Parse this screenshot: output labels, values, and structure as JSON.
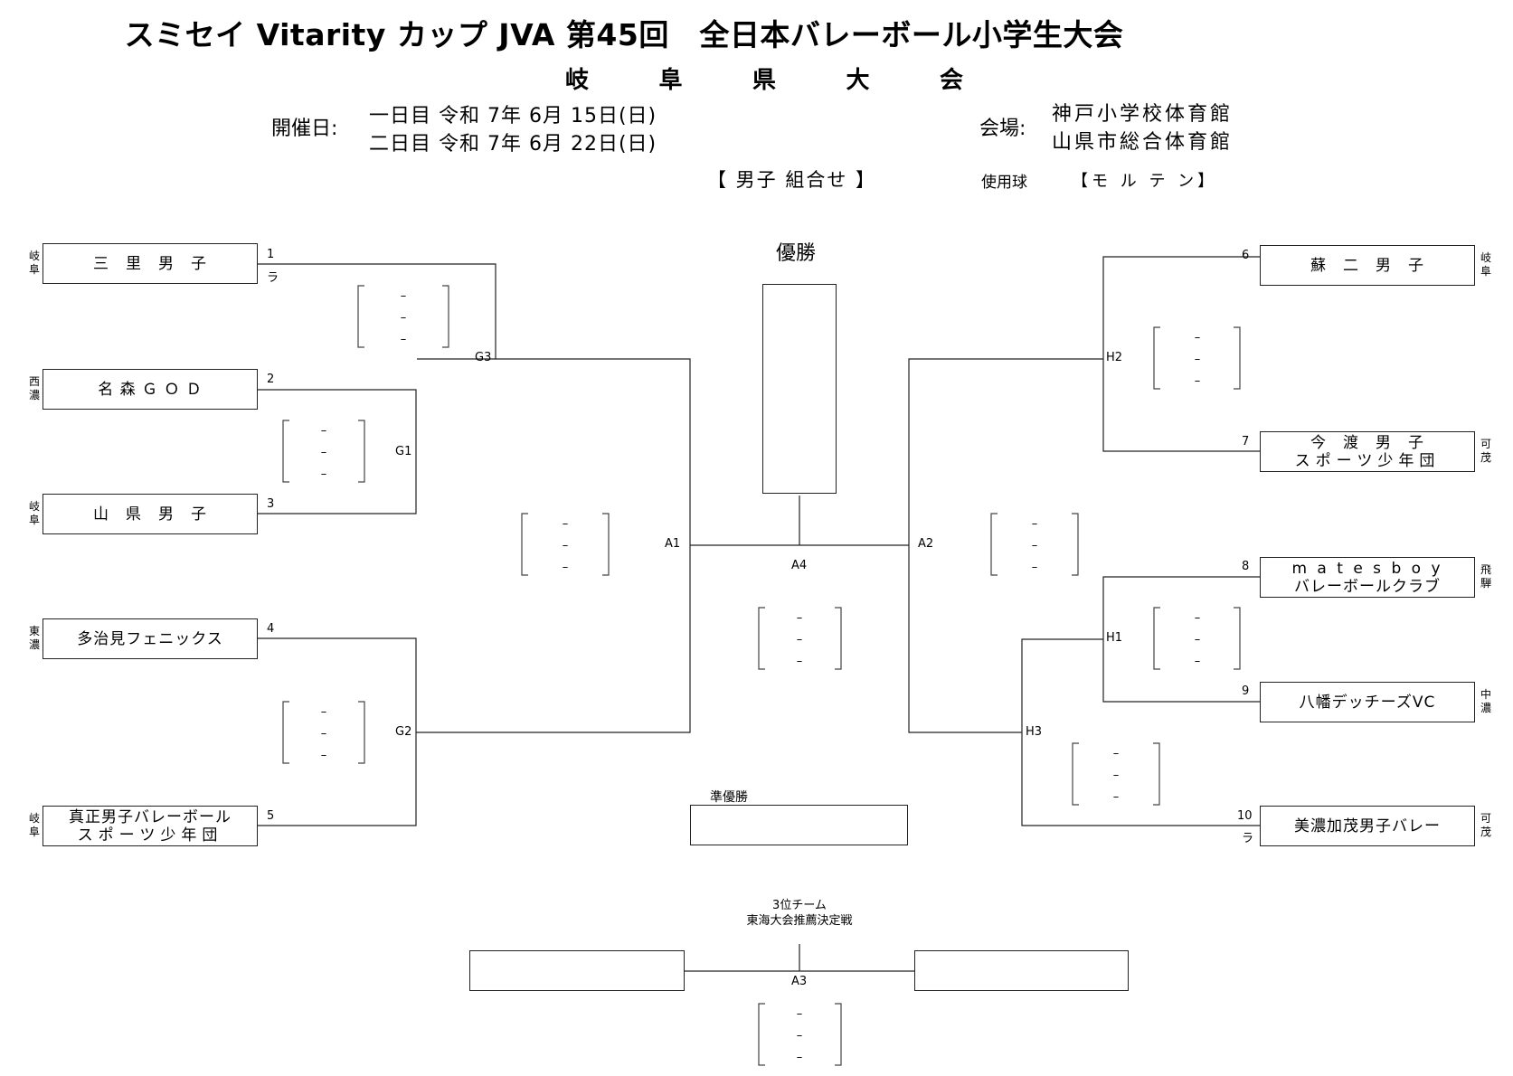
{
  "header": {
    "title": "スミセイ Vitarity カップ JVA 第45回　全日本バレーボール小学生大会",
    "subtitle_chars": [
      "岐",
      "阜",
      "県",
      "大",
      "会"
    ],
    "date_label": "開催日:",
    "day1": "一日目 令和 7年 6月 15日(日)",
    "day2": "二日目 令和 7年 6月 22日(日)",
    "venue_label": "会場:",
    "venue1": "神戸小学校体育館",
    "venue2": "山県市総合体育館",
    "section": "【 男子 組合せ 】",
    "ball_label": "使用球",
    "ball": "【モ ル テ ン】"
  },
  "bracket": {
    "champion_label": "優勝",
    "runner_up_label": "準優勝",
    "third_label_1": "3位チーム",
    "third_label_2": "東海大会推薦決定戦",
    "match_codes": {
      "g1": "G1",
      "g2": "G2",
      "g3": "G3",
      "h1": "H1",
      "h2": "H2",
      "h3": "H3",
      "a1": "A1",
      "a2": "A2",
      "a3": "A3",
      "a4": "A4"
    },
    "score_mark": "–",
    "teams": [
      {
        "num": "1",
        "name": "三　里　男　子",
        "name2": "",
        "pref": [
          "岐",
          "阜"
        ],
        "mark": "ラ"
      },
      {
        "num": "2",
        "name": "名 森 Ｇ Ｏ Ｄ",
        "name2": "",
        "pref": [
          "西",
          "濃"
        ],
        "mark": ""
      },
      {
        "num": "3",
        "name": "山　県　男　子",
        "name2": "",
        "pref": [
          "岐",
          "阜"
        ],
        "mark": ""
      },
      {
        "num": "4",
        "name": "多治見フェニックス",
        "name2": "",
        "pref": [
          "東",
          "濃"
        ],
        "mark": ""
      },
      {
        "num": "5",
        "name": "真正男子バレーボール",
        "name2": "スポーツ少年団",
        "pref": [
          "岐",
          "阜"
        ],
        "mark": ""
      },
      {
        "num": "6",
        "name": "蘇　二　男　子",
        "name2": "",
        "pref": [
          "岐",
          "阜"
        ],
        "mark": ""
      },
      {
        "num": "7",
        "name": "今　渡　男　子",
        "name2": "スポーツ少年団",
        "pref": [
          "可",
          "茂"
        ],
        "mark": ""
      },
      {
        "num": "8",
        "name": "m a t e s b o y",
        "name2": "バレーボールクラブ",
        "pref": [
          "飛",
          "騨"
        ],
        "mark": ""
      },
      {
        "num": "9",
        "name": "八幡デッチーズVC",
        "name2": "",
        "pref": [
          "中",
          "濃"
        ],
        "mark": ""
      },
      {
        "num": "10",
        "name": "美濃加茂男子バレー",
        "name2": "",
        "pref": [
          "可",
          "茂"
        ],
        "mark": "ラ"
      }
    ]
  }
}
